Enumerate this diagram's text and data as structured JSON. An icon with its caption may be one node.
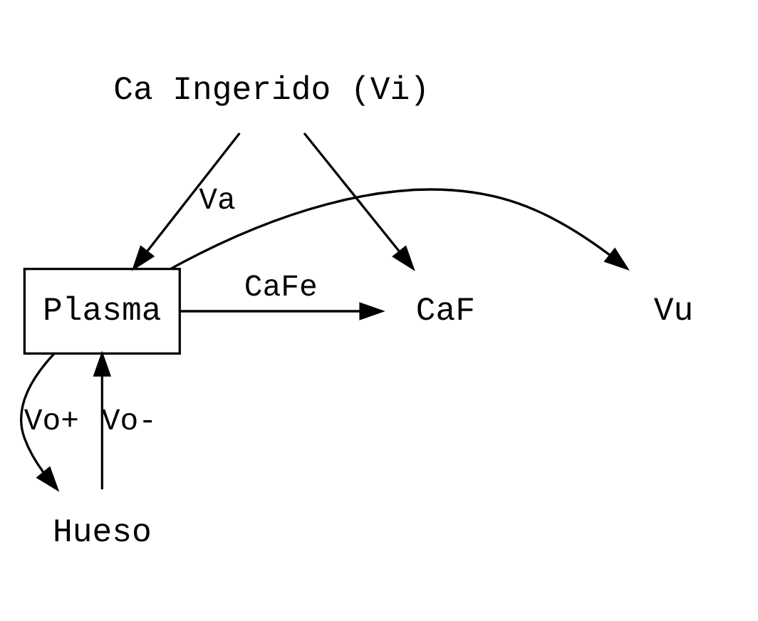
{
  "diagram": {
    "nodes": [
      {
        "text": [
          "Ca Ingerido (Vi)"
        ]
      },
      {
        "text": [
          "Plasma"
        ]
      },
      {
        "text": [
          "Vu"
        ]
      },
      {
        "text": [
          "CaF"
        ]
      },
      {
        "text": [
          "Hueso"
        ]
      }
    ],
    "edges": [
      {
        "from": 0,
        "to": 1,
        "arrow": "to",
        "label": "Va"
      },
      {
        "from": 0,
        "to": 3,
        "arrow": "to"
      },
      {
        "from": 1,
        "to": 2,
        "arrow": "to"
      },
      {
        "from": 1,
        "to": 3,
        "arrow": "to",
        "label": "CaFe"
      },
      {
        "from": 4,
        "to": 1,
        "arrow": "to",
        "label": "Vo-"
      },
      {
        "from": 1,
        "to": 4,
        "arrow": "to",
        "label": "Vo+"
      }
    ]
  }
}
